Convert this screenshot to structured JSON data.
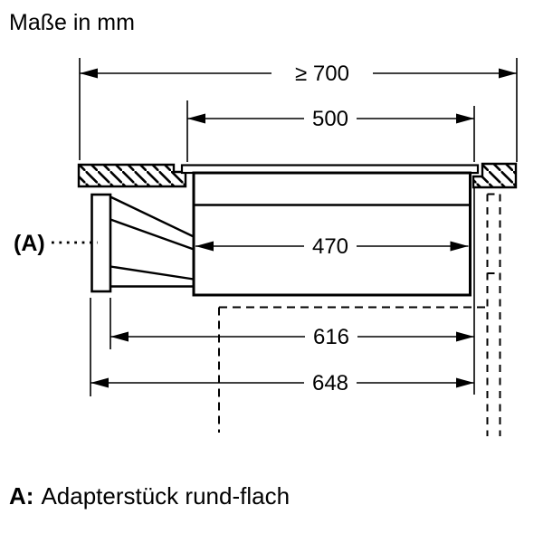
{
  "title": "Maße in mm",
  "dimensions": {
    "min_distance_top": "≥ 700",
    "cutout_width": "500",
    "inner_width": "470",
    "width_to_adapter_inner": "616",
    "overall_width_with_adapter": "648"
  },
  "callout": {
    "label": "(A)"
  },
  "legend": {
    "term": "A:",
    "description": "Adapterstück rund-flach"
  },
  "colors": {
    "line": "#000000",
    "background": "#ffffff"
  }
}
